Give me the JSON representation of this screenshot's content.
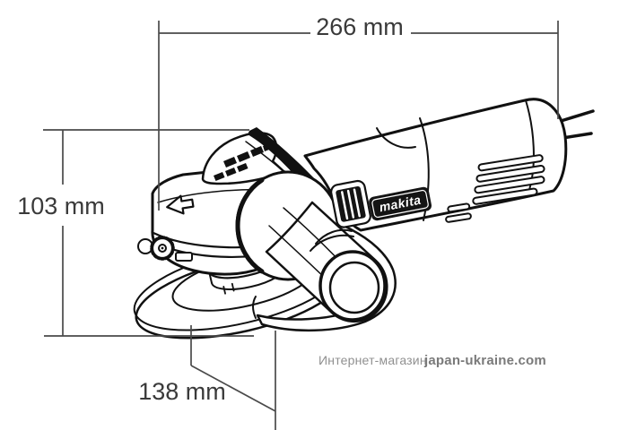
{
  "dimensions": {
    "overall_length": "266 mm",
    "overall_height": "103 mm",
    "guard_width": "138 mm"
  },
  "brand": {
    "logo": "makita"
  },
  "watermark": {
    "store": "Интернет-магазин",
    "site": "japan-ukraine.com"
  },
  "colors": {
    "background": "#ffffff",
    "line_art": "#111111",
    "dimension_lines": "#4a4a4a",
    "dimension_text": "#3a3a3a",
    "logo_background": "#141414",
    "logo_text": "#ffffff",
    "watermark_store": "#909090",
    "watermark_site": "#7a7a7a"
  }
}
